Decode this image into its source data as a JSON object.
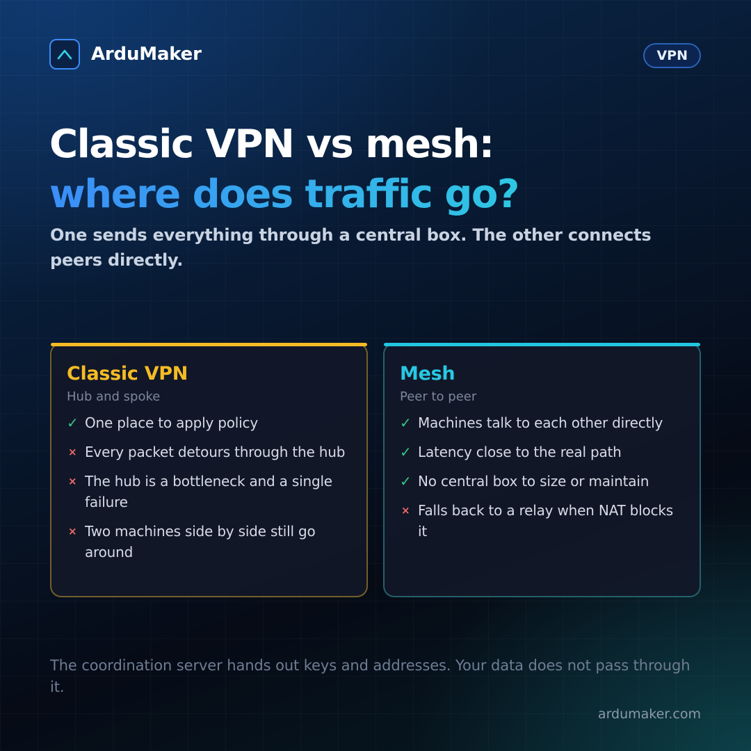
{
  "brand": {
    "name": "ArduMaker",
    "icon": "chevron-up-icon",
    "accent": "#3b8cf5"
  },
  "tag": "VPN",
  "headline": {
    "line1": "Classic VPN vs mesh:",
    "line2": "where does traffic go?"
  },
  "subtitle": "One sends everything through a central box. The other connects peers directly.",
  "cards": [
    {
      "title": "Classic VPN",
      "subtitle": "Hub and spoke",
      "accent": "#f5bb24",
      "items": [
        {
          "mark": "✓",
          "icon": "check-icon",
          "text": "One place to apply policy"
        },
        {
          "mark": "×",
          "icon": "cross-icon",
          "text": "Every packet detours through the hub"
        },
        {
          "mark": "×",
          "icon": "cross-icon",
          "text": "The hub is a bottleneck and a single failure"
        },
        {
          "mark": "×",
          "icon": "cross-icon",
          "text": "Two machines side by side still go around"
        }
      ]
    },
    {
      "title": "Mesh",
      "subtitle": "Peer to peer",
      "accent": "#23c6e0",
      "items": [
        {
          "mark": "✓",
          "icon": "check-icon",
          "text": "Machines talk to each other directly"
        },
        {
          "mark": "✓",
          "icon": "check-icon",
          "text": "Latency close to the real path"
        },
        {
          "mark": "✓",
          "icon": "check-icon",
          "text": "No central box to size or maintain"
        },
        {
          "mark": "×",
          "icon": "cross-icon",
          "text": "Falls back to a relay when NAT blocks it"
        }
      ]
    }
  ],
  "footnote": "The coordination server hands out keys and addresses. Your data does not pass through it.",
  "website": "ardumaker.com"
}
